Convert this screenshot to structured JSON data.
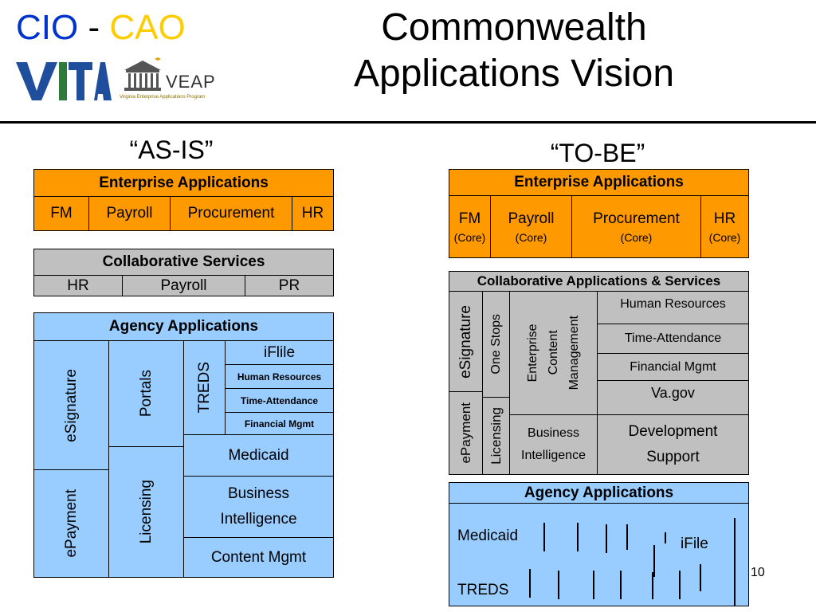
{
  "header": {
    "cio": "CIO",
    "dash": "-",
    "cao": "CAO",
    "title_line1": "Commonwealth",
    "title_line2": "Applications Vision",
    "vita_logo": "VITA",
    "veap_logo": "VEAP",
    "veap_tagline": "Virginia Enterprise Applications Program"
  },
  "as_is": {
    "heading": "“AS-IS”",
    "enterprise": {
      "title": "Enterprise Applications",
      "items": [
        "FM",
        "Payroll",
        "Procurement",
        "HR"
      ]
    },
    "collaborative": {
      "title": "Collaborative Services",
      "items": [
        "HR",
        "Payroll",
        "PR"
      ]
    },
    "agency": {
      "title": "Agency Applications",
      "esignature": "eSignature",
      "epayment": "ePayment",
      "portals": "Portals",
      "licensing": "Licensing",
      "treds": "TREDS",
      "ifile": "iFlile",
      "human_resources": "Human Resources",
      "time_attendance": "Time-Attendance",
      "financial_mgmt": "Financial Mgmt",
      "medicaid": "Medicaid",
      "bi_line1": "Business",
      "bi_line2": "Intelligence",
      "content_mgmt": "Content Mgmt"
    }
  },
  "to_be": {
    "heading": "“TO-BE”",
    "enterprise": {
      "title": "Enterprise Applications",
      "items": [
        {
          "name": "FM",
          "sub": "(Core)"
        },
        {
          "name": "Payroll",
          "sub": "(Core)"
        },
        {
          "name": "Procurement",
          "sub": "(Core)"
        },
        {
          "name": "HR",
          "sub": "(Core)"
        }
      ]
    },
    "collaborative": {
      "title": "Collaborative Applications & Services",
      "esignature": "eSignature",
      "epayment": "ePayment",
      "one_stops": "One Stops",
      "licensing": "Licensing",
      "ecm_line1": "Enterprise",
      "ecm_line2": "Content",
      "ecm_line3": "Management",
      "human_resources": "Human Resources",
      "time_attendance": "Time-Attendance",
      "financial_mgmt": "Financial Mgmt",
      "va_gov": "Va.gov",
      "bi_line1": "Business",
      "bi_line2": "Intelligence",
      "dev_line1": "Development",
      "dev_line2": "Support"
    },
    "agency": {
      "title": "Agency Applications",
      "medicaid": "Medicaid",
      "ifile": "iFile",
      "treds": "TREDS"
    }
  },
  "page_number": "10",
  "colors": {
    "cio": "#0033cc",
    "cao": "#ffcc00",
    "orange": "#ff9900",
    "gray": "#c0c0c0",
    "blue": "#99ccff",
    "vita_blue": "#1f4e9c",
    "vita_green": "#2f7a3a"
  }
}
